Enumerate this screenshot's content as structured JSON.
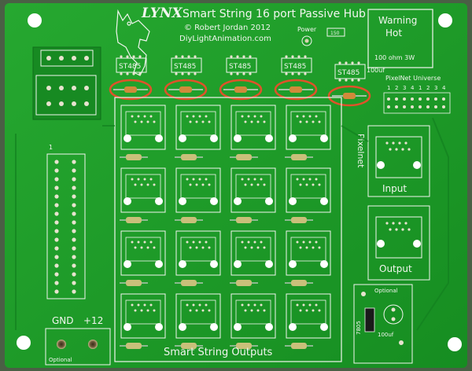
{
  "board": {
    "logo": "LYNX",
    "title": "Smart String 16 port Passive Hub",
    "author": "© Robert Jordan 2012",
    "website": "DiyLightAnimation.com",
    "power_label": "Power",
    "resistor_label": "150",
    "warning_line1": "Warning",
    "warning_line2": "Hot",
    "warning_rating": "100 ohm 3W",
    "cap_label_top": "100uf",
    "pixelnet_universe_label": "PixelNet Universe",
    "universe_pins": [
      "1",
      "2",
      "3",
      "4",
      "1",
      "2",
      "3",
      "4"
    ],
    "pixelnet_label": "Pixelnet",
    "input_label": "Input",
    "output_label": "Output",
    "outputs_label": "Smart String Outputs",
    "gnd_label": "GND",
    "v12_label": "+12",
    "optional_left": "Optional",
    "optional_right": "Optional",
    "regulator_label": "7805",
    "cap_label_bottom": "100uf",
    "header_pin1": "1",
    "chip_labels": [
      "ST485",
      "ST485",
      "ST485",
      "ST485",
      "ST485"
    ]
  },
  "colors": {
    "background": "#3f5a3a",
    "board": "#1f9a2a",
    "copper_fill": "#178a22",
    "silkscreen": "#f2f5ef",
    "highlight_ring": "#e0522a",
    "resistor_body": "#c9c07a",
    "chip_body": "#1c1c1c"
  }
}
